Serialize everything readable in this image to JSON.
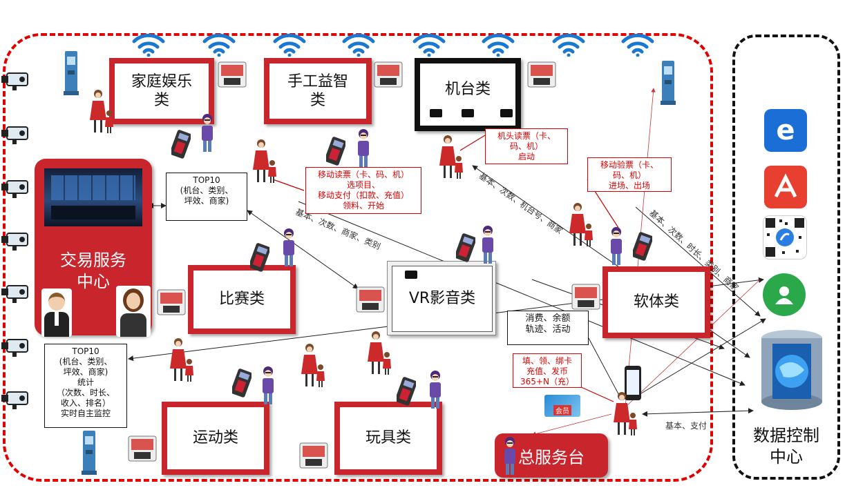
{
  "categories": {
    "home": "家庭娱乐\n类",
    "craft": "手工益智\n类",
    "machine": "机台类",
    "compete": "比赛类",
    "vr": "VR影音类",
    "software": "软体类",
    "sport": "运动类",
    "toy": "玩具类"
  },
  "centers": {
    "transaction": "交易服务\n中心",
    "data_control": "数据控制\n中心",
    "front_desk": "总服务台"
  },
  "boxes": {
    "top10_a": "TOP10\n(机台、类别、\n坪效、商家)",
    "top10_b": "TOP10\n(机台、类别、\n坪效、商家)\n统计\n（次数、时长、\n收入、排名）\n实时自主监控",
    "mobile_read": "移动读票（卡、码、机）\n选项目、\n移动支付（扣款、充值）\n领料、开始",
    "machine_read": "机头读票（卡、\n码、机）\n启动",
    "mobile_check": "移动验票（卡、\n码、机）\n进场、出场",
    "consume": "消费、余额\n轨迹、活动",
    "card_ops": "填、领、绑卡\n充值、发币\n365+N（充）"
  },
  "line_labels": {
    "l1": "基本、次数、商家、类别",
    "l2": "基本、次数、机台号、商家",
    "l3": "基本、次数、时长、类别、商家",
    "l4": "基本、支付"
  },
  "card_text": "会员",
  "colors": {
    "red": "#c8262c",
    "dash_red": "#e00000",
    "wifi_blue": "#1a78d0"
  }
}
